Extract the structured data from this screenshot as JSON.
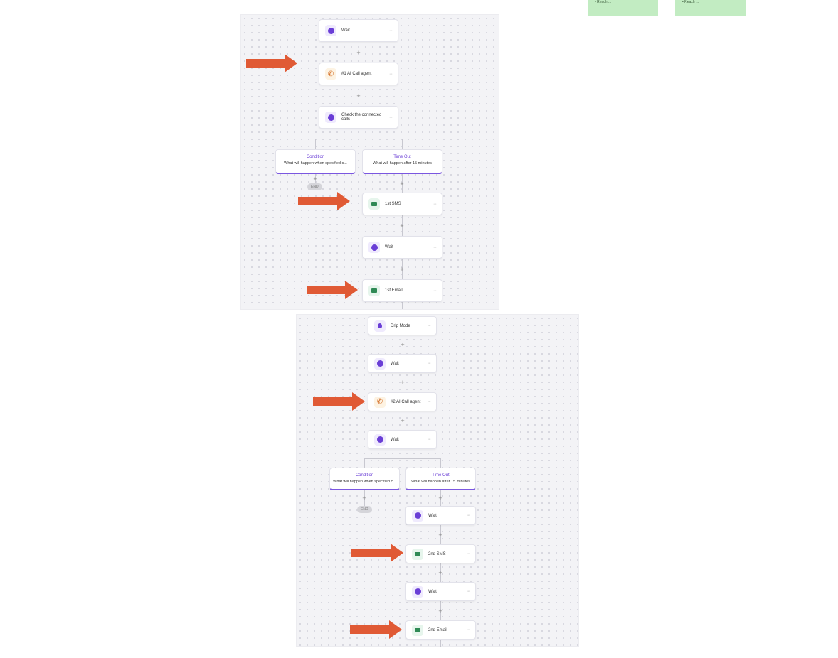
{
  "notes": [
    {
      "link": "• Reach ..."
    },
    {
      "link": "• Reach ..."
    }
  ],
  "flow1": {
    "wait": "Wait",
    "ai_call": "#1 AI Call agent",
    "check": "Check the connected calls",
    "condition": {
      "title": "Condition",
      "subtitle": "What will happen when specified c..."
    },
    "timeout": {
      "title": "Time Out",
      "subtitle": "What will happen after 15 minutes"
    },
    "end": "END",
    "sms": "1st SMS",
    "wait2": "Wait",
    "email": "1st Email"
  },
  "flow2": {
    "drip": "Drip Mode",
    "wait": "Wait",
    "ai_call": "#2 AI Call agent",
    "wait2": "Wait",
    "condition": {
      "title": "Condition",
      "subtitle": "What will happen when specified c..."
    },
    "timeout": {
      "title": "Time Out",
      "subtitle": "What will happen after 15 minutes"
    },
    "end": "END",
    "wait3": "Wait",
    "sms": "2nd SMS",
    "wait4": "Wait",
    "email": "2nd Email"
  },
  "icons": {
    "more": "···",
    "plus": "+",
    "phone": "✆"
  },
  "colors": {
    "arrow": "#e05a35",
    "accent": "#6a3ed6",
    "note": "#c2ecc2"
  }
}
